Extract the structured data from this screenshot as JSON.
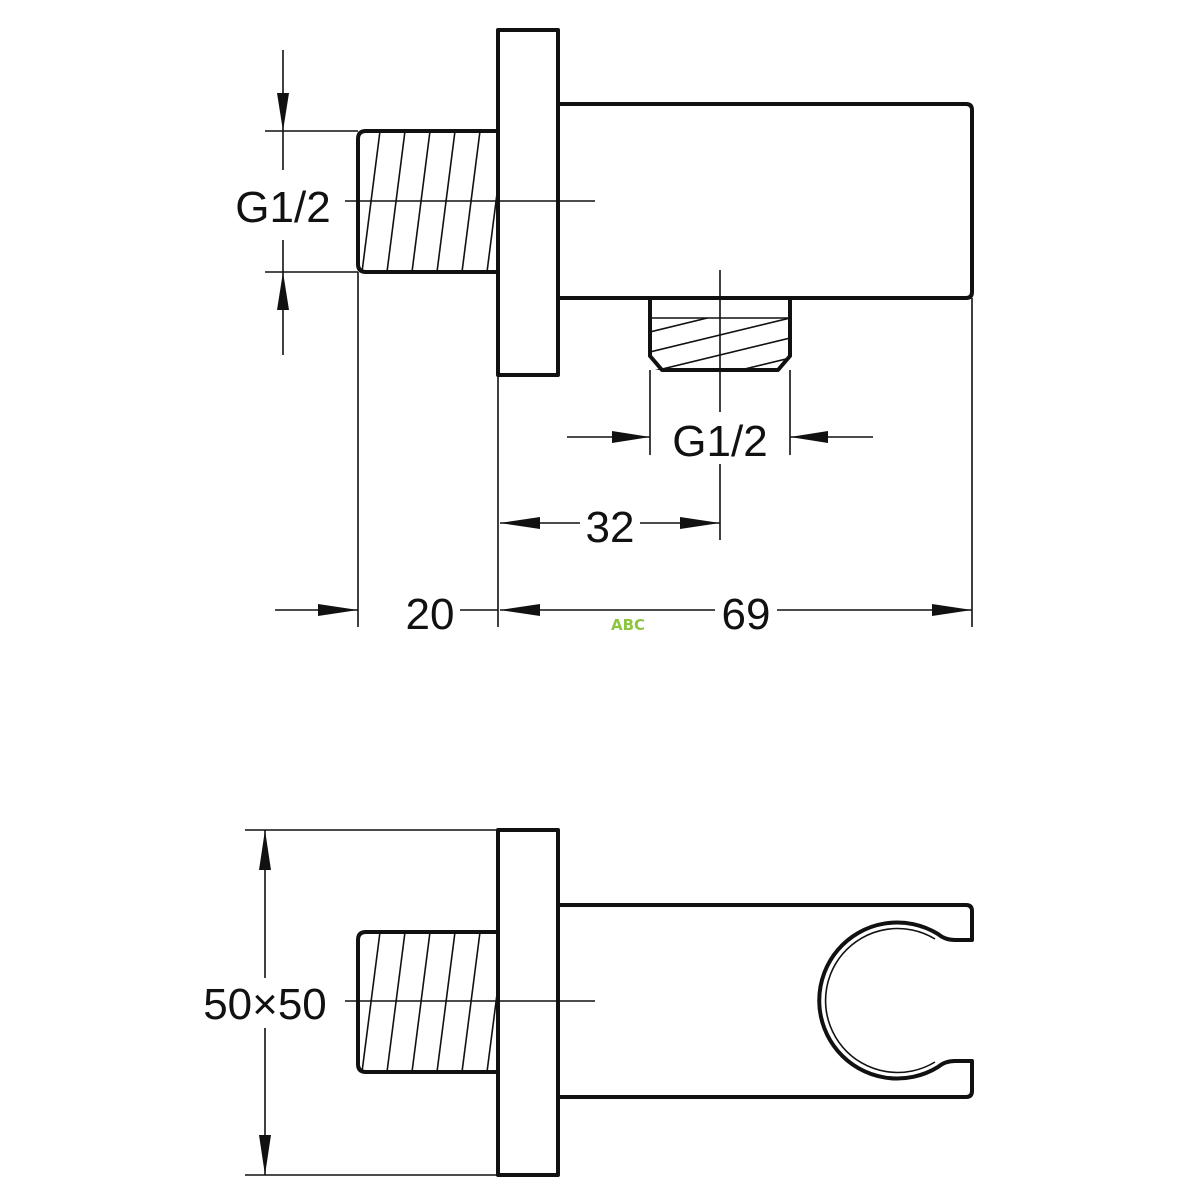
{
  "top_view": {
    "inlet_thread_label": "G1/2",
    "outlet_thread_label": "G1/2",
    "outlet_offset_label": "32",
    "thread_length_label": "20",
    "body_length_label": "69"
  },
  "bottom_view": {
    "flange_size_label": "50×50"
  },
  "watermark": {
    "text": "ABC",
    "color": "#8cc63f"
  }
}
